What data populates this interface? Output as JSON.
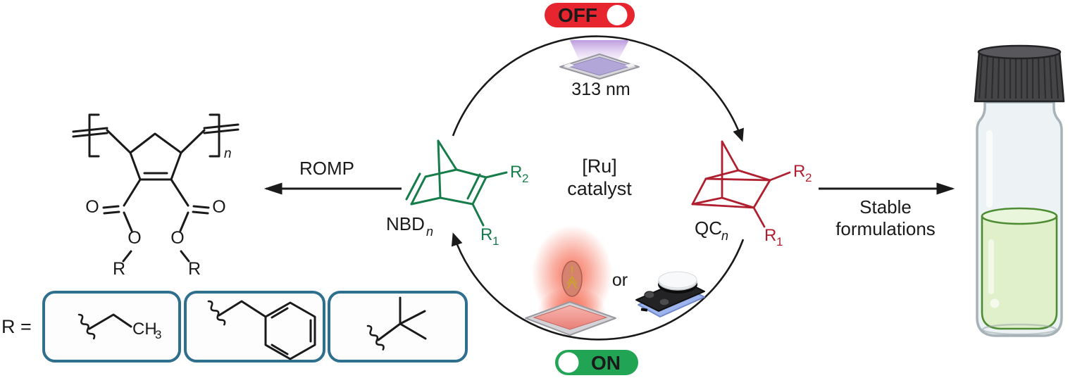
{
  "figure_labels": {
    "off": "OFF",
    "on": "ON",
    "uv": "313 nm",
    "ru": "[Ru]",
    "catalyst": "catalyst",
    "or": "or",
    "romp": "ROMP",
    "stable1": "Stable",
    "stable2": "formulations",
    "nbd": "NBD",
    "nbd_sub": "n",
    "qc": "QC",
    "qc_sub": "n",
    "r": "R",
    "r1_sub": "1",
    "r2_sub": "2",
    "poly_sub": "n",
    "atom_o": "O",
    "r_equals": "R =",
    "ch": "CH",
    "ch_sub": "3"
  },
  "colors": {
    "nbd_green": "#157c4a",
    "qc_red": "#b01f30",
    "off_toggle_red": "#e6252f",
    "on_toggle_green": "#22a455",
    "legend_box_teal": "#2e6f8e",
    "liquid_green": "#dff0ca",
    "liquid_outline_green": "#4e8c34",
    "uv_beam_purple": "#b895dd",
    "glow_red": "#f4573d",
    "ink": "#1a1a1a"
  },
  "icons": {
    "r_groups": [
      "ethyl-group",
      "benzyl-group",
      "tert-butyl-group"
    ],
    "devices": [
      "uv-lamp-plate",
      "red-light-bulb-plate",
      "magnetic-stirrer",
      "sample-vial"
    ]
  }
}
